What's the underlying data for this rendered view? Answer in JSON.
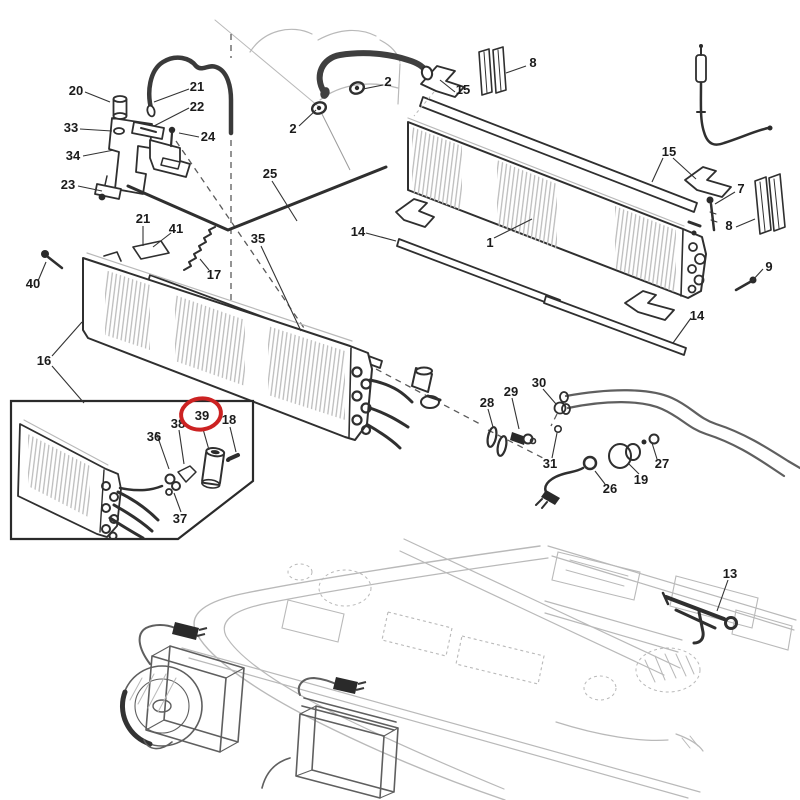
{
  "diagram": {
    "type": "exploded-parts-diagram",
    "subject": "Cab roof air conditioning system exploded view with condenser, evaporator, hoses, hardware, blower motors and inset detail",
    "colors": {
      "line": "#2f2f2f",
      "light_line": "#b9b9b9",
      "fins": "#bcbcbc",
      "highlight": "#cc2222",
      "background": "#ffffff"
    },
    "highlighted_part": "39",
    "labels": [
      {
        "part": "20",
        "text": "20"
      },
      {
        "part": "21",
        "text": "21"
      },
      {
        "part": "22",
        "text": "22"
      },
      {
        "part": "33",
        "text": "33"
      },
      {
        "part": "24",
        "text": "24"
      },
      {
        "part": "34",
        "text": "34"
      },
      {
        "part": "23",
        "text": "23"
      },
      {
        "part": "21",
        "text": "21"
      },
      {
        "part": "41",
        "text": "41"
      },
      {
        "part": "17",
        "text": "17"
      },
      {
        "part": "25",
        "text": "25"
      },
      {
        "part": "35",
        "text": "35"
      },
      {
        "part": "2",
        "text": "2"
      },
      {
        "part": "2",
        "text": "2"
      },
      {
        "part": "15",
        "text": "15"
      },
      {
        "part": "8",
        "text": "8"
      },
      {
        "part": "1",
        "text": "1"
      },
      {
        "part": "14",
        "text": "14"
      },
      {
        "part": "15",
        "text": "15"
      },
      {
        "part": "7",
        "text": "7"
      },
      {
        "part": "8",
        "text": "8"
      },
      {
        "part": "9",
        "text": "9"
      },
      {
        "part": "14",
        "text": "14"
      },
      {
        "part": "40",
        "text": "40"
      },
      {
        "part": "16",
        "text": "16"
      },
      {
        "part": "36",
        "text": "36"
      },
      {
        "part": "38",
        "text": "38"
      },
      {
        "part": "39",
        "text": "39"
      },
      {
        "part": "18",
        "text": "18"
      },
      {
        "part": "37",
        "text": "37"
      },
      {
        "part": "28",
        "text": "28"
      },
      {
        "part": "29",
        "text": "29"
      },
      {
        "part": "30",
        "text": "30"
      },
      {
        "part": "31",
        "text": "31"
      },
      {
        "part": "26",
        "text": "26"
      },
      {
        "part": "19",
        "text": "19"
      },
      {
        "part": "27",
        "text": "27"
      },
      {
        "part": "13",
        "text": "13"
      }
    ]
  }
}
